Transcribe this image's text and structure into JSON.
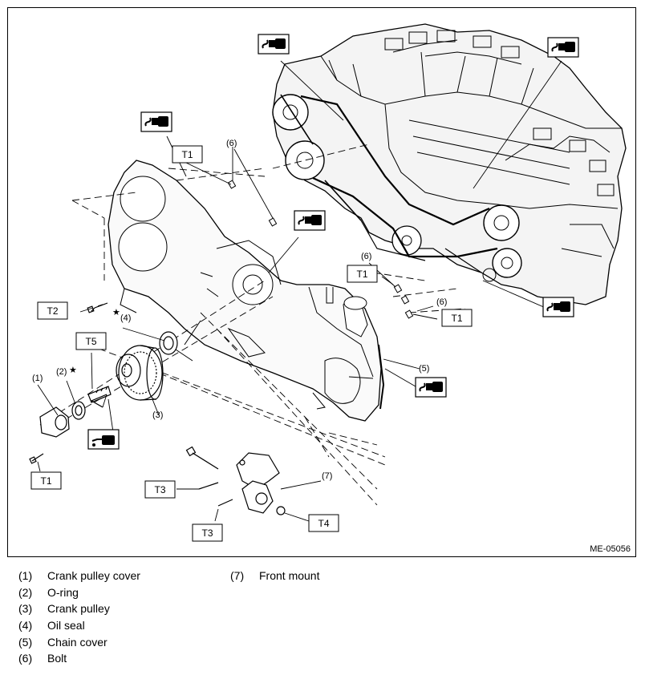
{
  "figure_id": "ME-05056",
  "callouts": {
    "c1": "(1)",
    "c2": "(2)",
    "c3": "(3)",
    "c4": "(4)",
    "c5": "(5)",
    "c6a": "(6)",
    "c6b": "(6)",
    "c6c": "(6)",
    "c7": "(7)"
  },
  "stars": {
    "s2": "★",
    "s4": "★"
  },
  "torque": {
    "t1_top": "T1",
    "t1_right_upper": "T1",
    "t1_right_lower": "T1",
    "t1_left": "T1",
    "t2": "T2",
    "t3_upper": "T3",
    "t3_lower": "T3",
    "t4": "T4",
    "t5": "T5"
  },
  "symbols": [
    "sealant-icon",
    "sealant-icon",
    "sealant-icon",
    "sealant-icon",
    "sealant-icon",
    "oil-can-icon"
  ],
  "legend": [
    {
      "num": "(1)",
      "text": "Crank pulley cover"
    },
    {
      "num": "(2)",
      "text": "O-ring"
    },
    {
      "num": "(3)",
      "text": "Crank pulley"
    },
    {
      "num": "(4)",
      "text": "Oil seal"
    },
    {
      "num": "(5)",
      "text": "Chain cover"
    },
    {
      "num": "(6)",
      "text": "Bolt"
    },
    {
      "num": "(7)",
      "text": "Front mount"
    }
  ]
}
